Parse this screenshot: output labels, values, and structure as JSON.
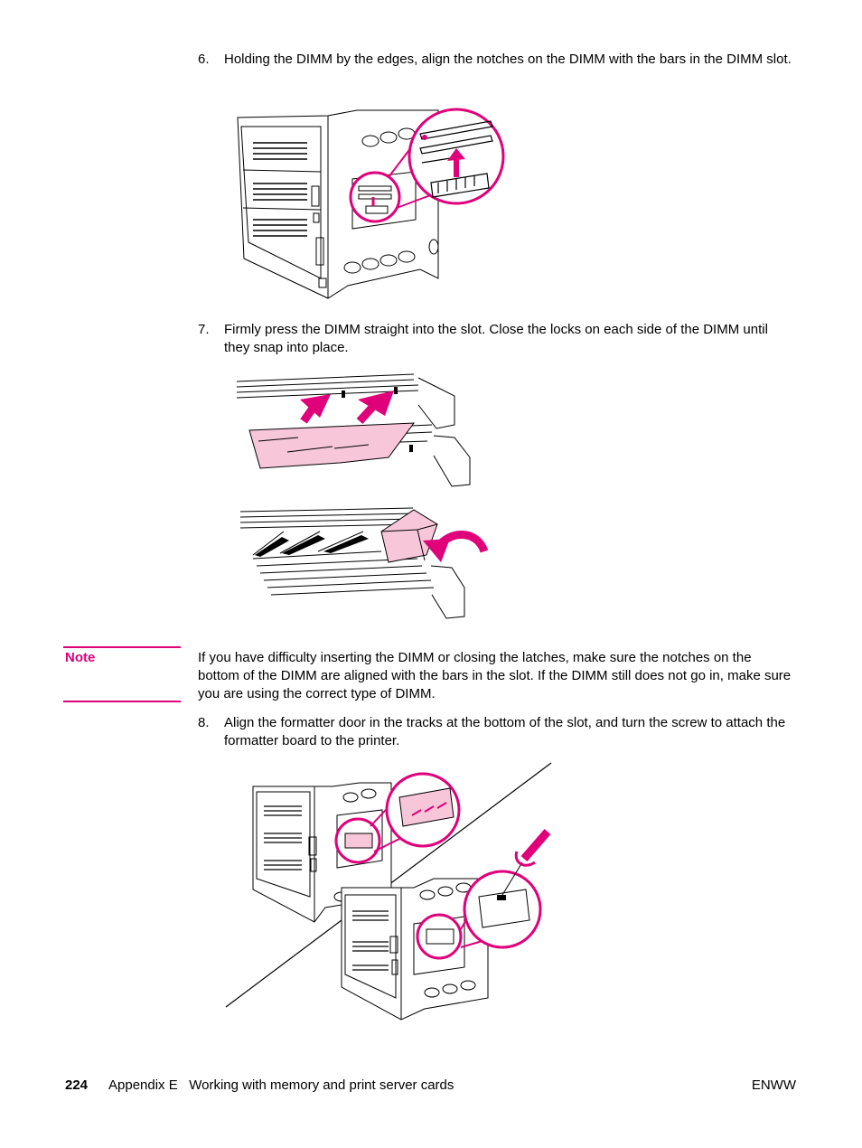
{
  "steps": [
    {
      "number": "6.",
      "text": "Holding the DIMM by the edges, align the notches on the DIMM with the bars in the DIMM slot."
    },
    {
      "number": "7.",
      "text": "Firmly press the DIMM straight into the slot. Close the locks on each side of the DIMM until they snap into place."
    },
    {
      "number": "8.",
      "text": "Align the formatter door in the tracks at the bottom of the slot, and turn the screw to attach the formatter board to the printer."
    }
  ],
  "note": {
    "label": "Note",
    "text": "If you have difficulty inserting the DIMM or closing the latches, make sure the notches on the bottom of the DIMM are aligned with the bars in the slot. If the DIMM still does not go in, make sure you are using the correct type of DIMM."
  },
  "footer": {
    "page_number": "224",
    "chapter": "Appendix E   Working with memory and print server cards",
    "doc_code": "ENWW"
  },
  "colors": {
    "accent": "#e0007a",
    "dimm_fill": "#f7c6d9"
  }
}
